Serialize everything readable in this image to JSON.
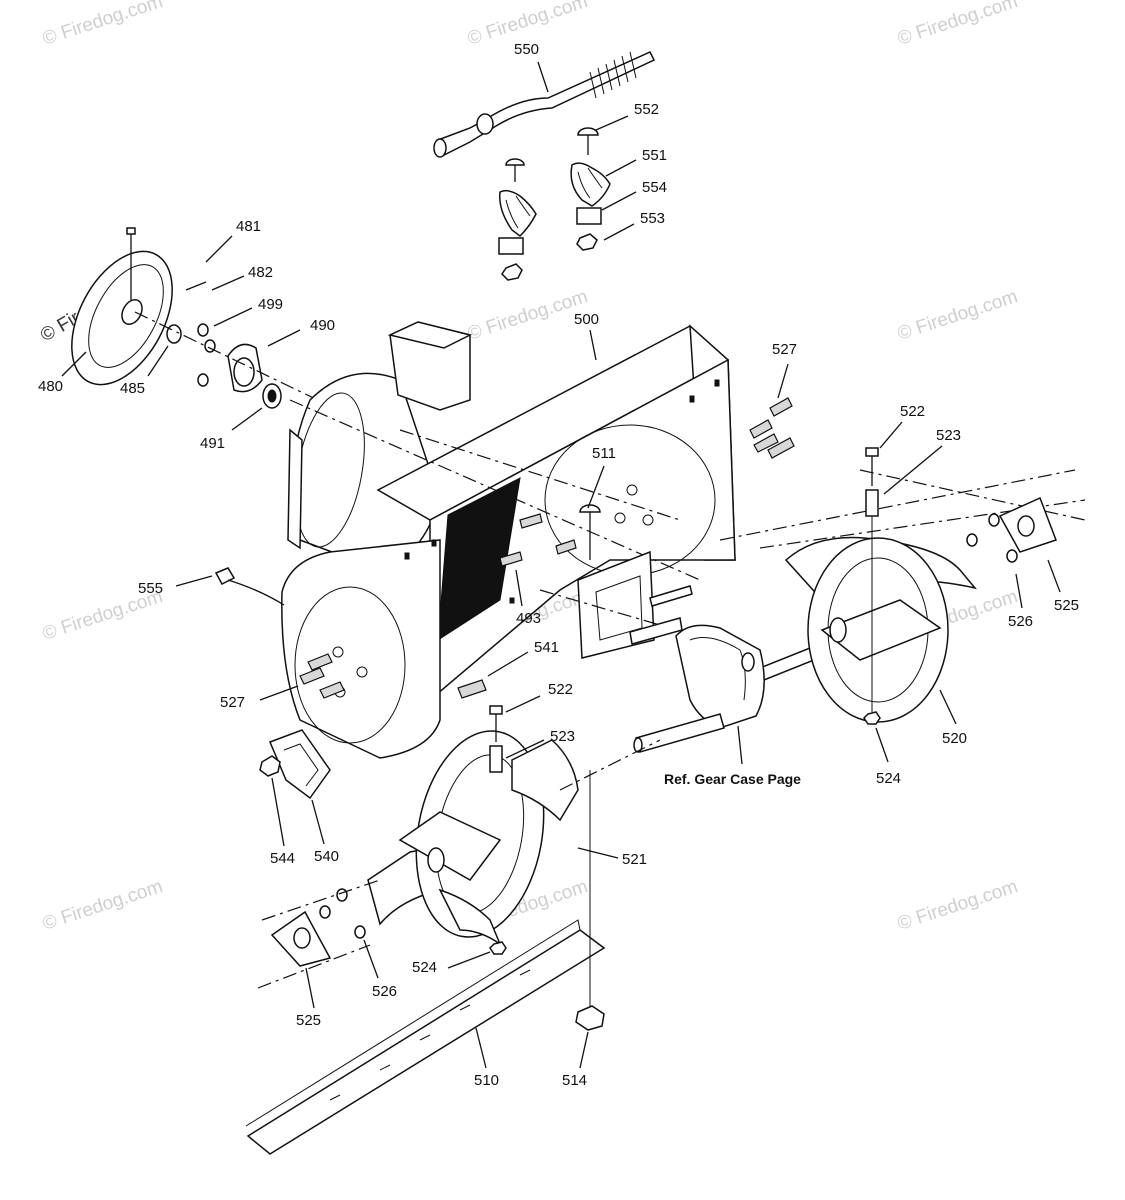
{
  "watermark": {
    "text": "© Firedog.com"
  },
  "reference_note": "Ref. Gear Case Page",
  "callouts": [
    {
      "key": "p550",
      "number": "550"
    },
    {
      "key": "p552",
      "number": "552"
    },
    {
      "key": "p551",
      "number": "551"
    },
    {
      "key": "p554",
      "number": "554"
    },
    {
      "key": "p553",
      "number": "553"
    },
    {
      "key": "p481",
      "number": "481"
    },
    {
      "key": "p482",
      "number": "482"
    },
    {
      "key": "p499",
      "number": "499"
    },
    {
      "key": "p490",
      "number": "490"
    },
    {
      "key": "p480",
      "number": "480"
    },
    {
      "key": "p485",
      "number": "485"
    },
    {
      "key": "p491",
      "number": "491"
    },
    {
      "key": "p500",
      "number": "500"
    },
    {
      "key": "p527a",
      "number": "527"
    },
    {
      "key": "p522a",
      "number": "522"
    },
    {
      "key": "p523a",
      "number": "523"
    },
    {
      "key": "p511",
      "number": "511"
    },
    {
      "key": "p525a",
      "number": "525"
    },
    {
      "key": "p526a",
      "number": "526"
    },
    {
      "key": "p555",
      "number": "555"
    },
    {
      "key": "p493",
      "number": "493"
    },
    {
      "key": "p541",
      "number": "541"
    },
    {
      "key": "p522b",
      "number": "522"
    },
    {
      "key": "p523b",
      "number": "523"
    },
    {
      "key": "p527b",
      "number": "527"
    },
    {
      "key": "p520",
      "number": "520"
    },
    {
      "key": "p524a",
      "number": "524"
    },
    {
      "key": "p544",
      "number": "544"
    },
    {
      "key": "p540",
      "number": "540"
    },
    {
      "key": "p521",
      "number": "521"
    },
    {
      "key": "p524b",
      "number": "524"
    },
    {
      "key": "p526b",
      "number": "526"
    },
    {
      "key": "p525b",
      "number": "525"
    },
    {
      "key": "p510",
      "number": "510"
    },
    {
      "key": "p514",
      "number": "514"
    }
  ]
}
